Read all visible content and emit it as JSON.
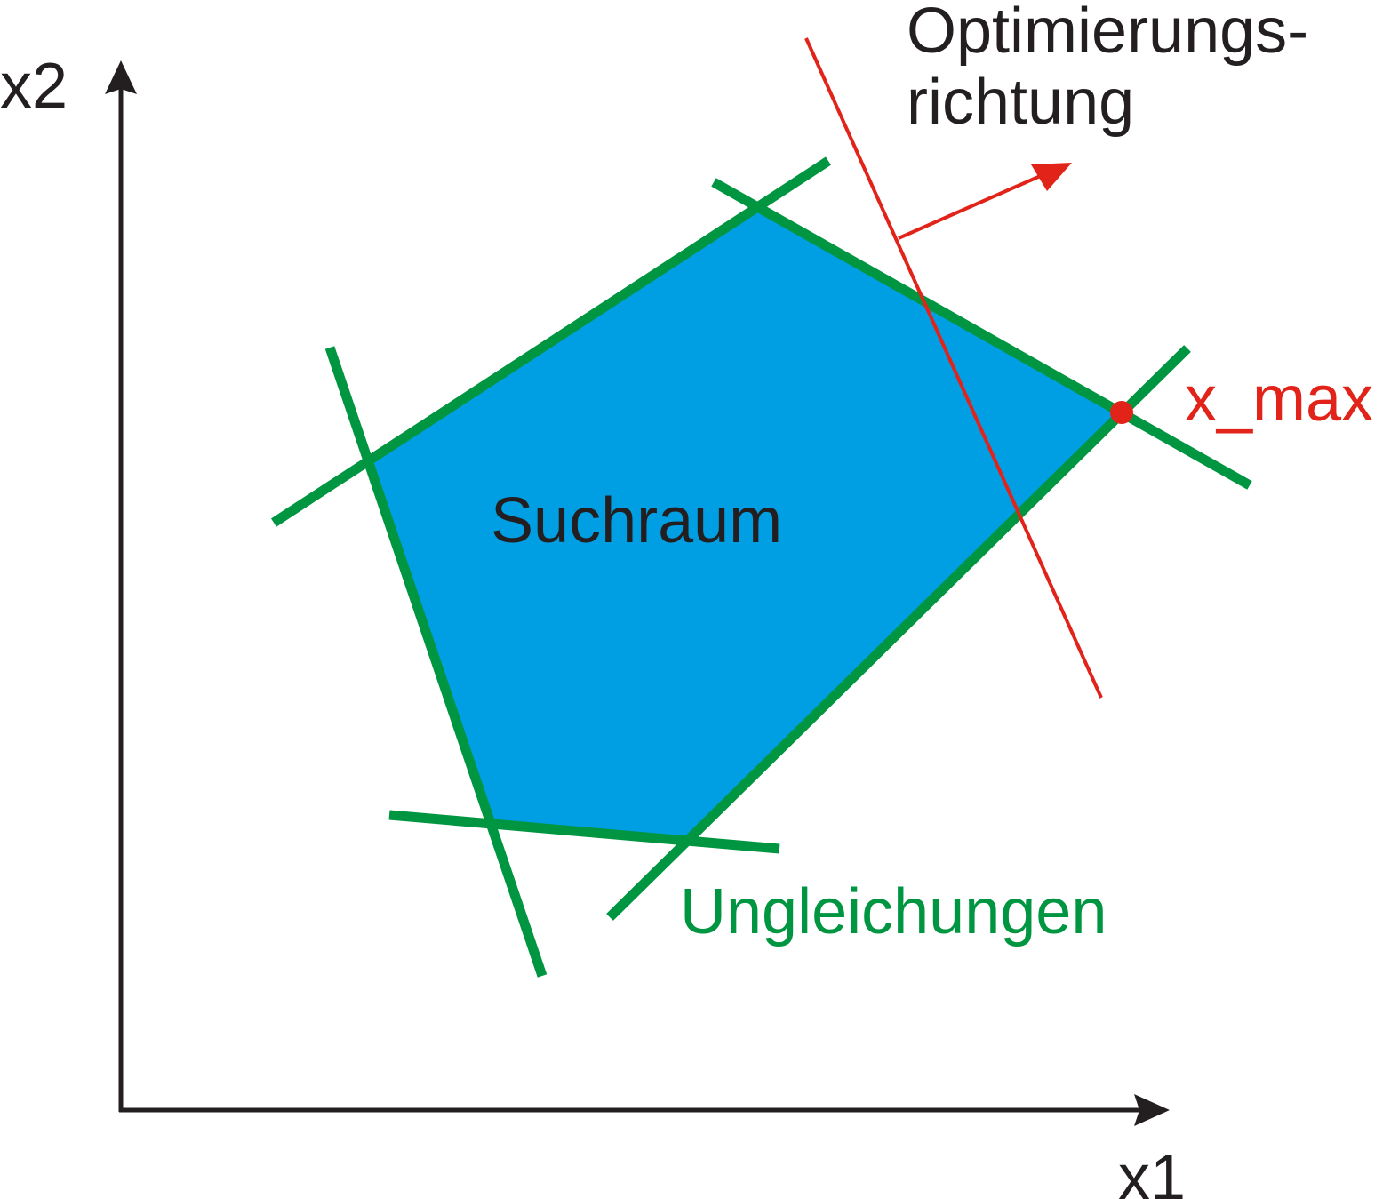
{
  "axes": {
    "x_label": "x1",
    "y_label": "x2"
  },
  "region": {
    "label": "Suchraum"
  },
  "constraints": {
    "label": "Ungleichungen"
  },
  "objective": {
    "label_line1": "Optimierungs-",
    "label_line2": "richtung"
  },
  "optimum": {
    "label": "x_max"
  },
  "colors": {
    "axis": "#231f20",
    "region_fill": "#009fe3",
    "constraint_line": "#009540",
    "objective": "#e2231a",
    "text_dark": "#231f20"
  }
}
